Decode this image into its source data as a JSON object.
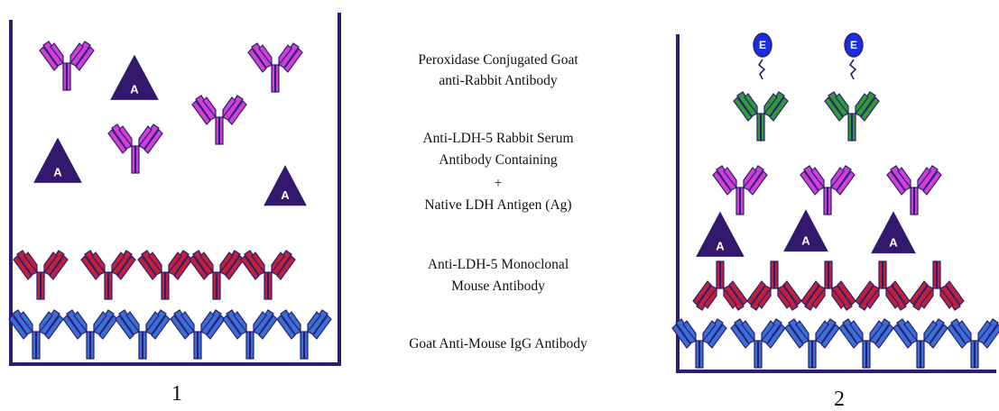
{
  "panels": [
    {
      "number": "1"
    },
    {
      "number": "2"
    }
  ],
  "labels": {
    "peroxidase_line1": "Peroxidase Conjugated Goat",
    "peroxidase_line2": "anti-Rabbit Antibody",
    "rabbit_line1": "Anti-LDH-5 Rabbit Serum",
    "rabbit_line2": "Antibody Containing",
    "plus": "+",
    "rabbit_line3": "Native LDH Antigen (Ag)",
    "monoclonal_line1": "Anti-LDH-5 Monoclonal",
    "monoclonal_line2": "Mouse Antibody",
    "goat_igg": "Goat Anti-Mouse IgG Antibody"
  },
  "antigen_label": "A",
  "enzyme_label": "E",
  "colors": {
    "container": "#2a1f6e",
    "goat_anti_mouse": "#3a6fd8",
    "monoclonal": "#c0203a",
    "rabbit": "#d040d8",
    "peroxidase_goat": "#2e9a3a",
    "antigen": "#34186e",
    "enzyme": "#1a2ee0",
    "outline": "#2a1f6e"
  }
}
